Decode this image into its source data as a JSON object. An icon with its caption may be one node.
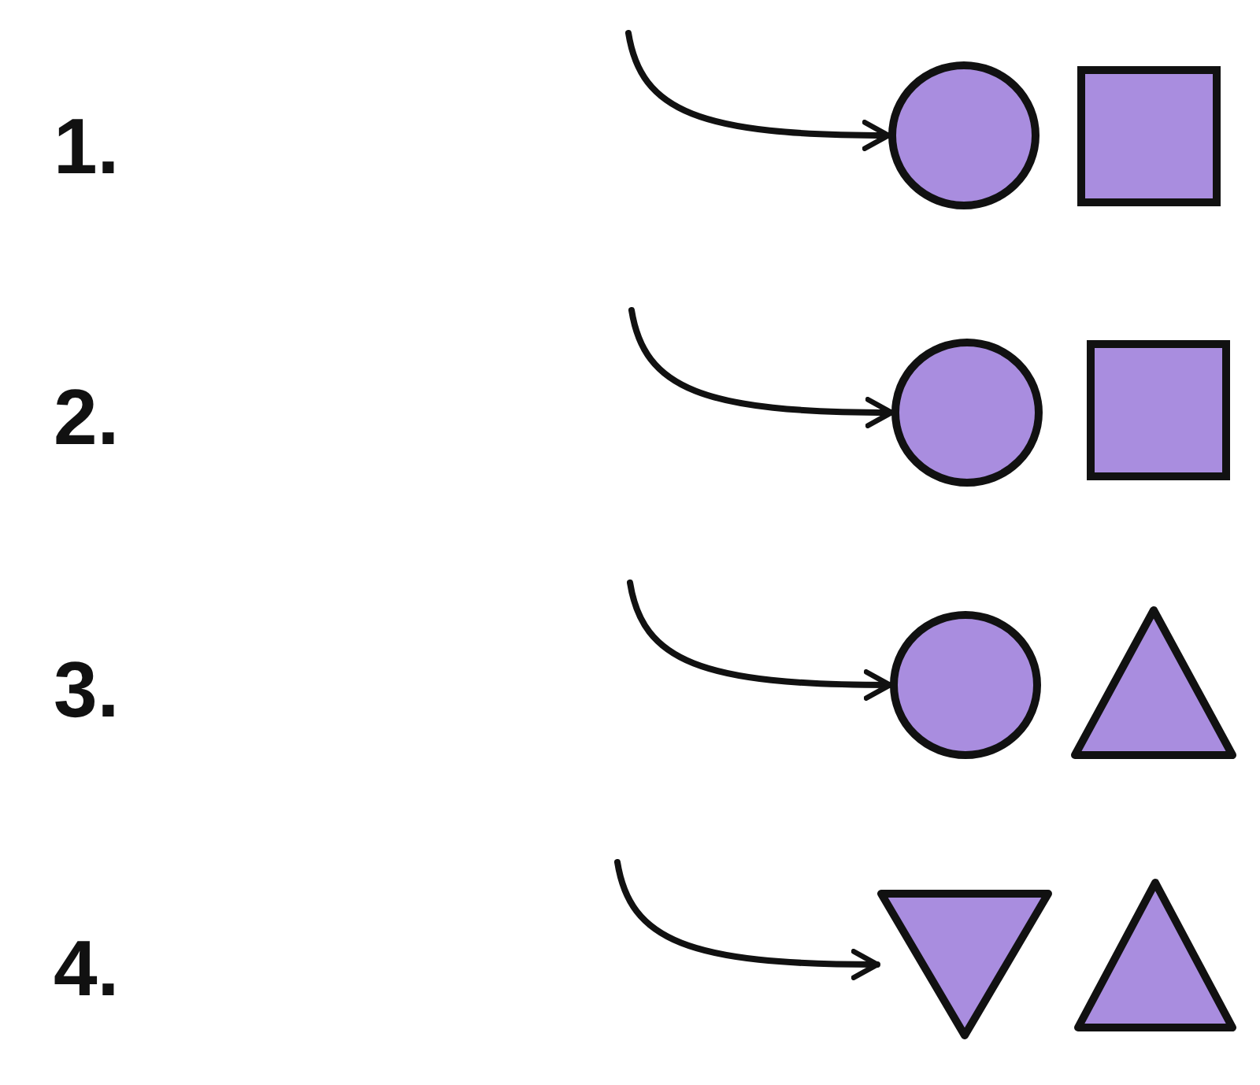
{
  "diagram": {
    "nodes": [
      {
        "text": [],
        "shape": "circle"
      },
      {
        "text": [],
        "shape": "box"
      },
      {
        "text": [],
        "shape": "circle"
      },
      {
        "text": [],
        "shape": "box"
      },
      {
        "text": [],
        "shape": "circle"
      },
      {
        "text": [],
        "shape": "triangle"
      },
      {
        "text": [],
        "shape": "triangle"
      },
      {
        "text": [],
        "shape": "triangle"
      }
    ],
    "edges": [
      {
        "from": null,
        "to": 0,
        "arrow": "to"
      },
      {
        "from": null,
        "to": 2,
        "arrow": "to"
      },
      {
        "from": null,
        "to": 4,
        "arrow": "to"
      },
      {
        "from": null,
        "to": 6,
        "arrow": "to"
      }
    ],
    "labels": [
      "1.",
      "2.",
      "3.",
      "4."
    ]
  }
}
